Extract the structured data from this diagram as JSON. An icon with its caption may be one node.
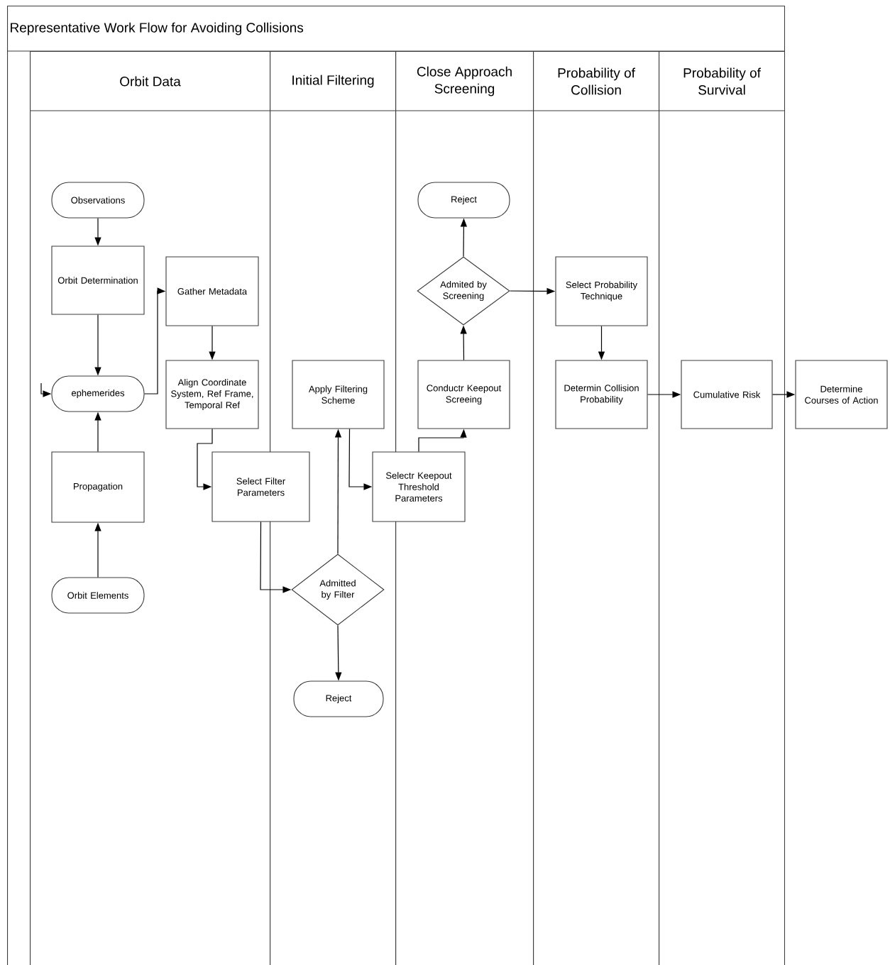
{
  "diagram": {
    "nodes": [
      {
        "text": [
          "Representative Work Flow for Avoiding Collisions"
        ]
      },
      {
        "text": [
          "Orbit Data"
        ],
        "in": 0
      },
      {
        "text": [
          "Initial Filtering"
        ],
        "in": 0
      },
      {
        "text": [
          "Close Approach Screening"
        ],
        "in": 0
      },
      {
        "text": [
          "Probability of Collision"
        ],
        "in": 0
      },
      {
        "text": [
          "Probability of Survival"
        ],
        "in": 0
      },
      {
        "text": [
          "Observations"
        ],
        "in": 1
      },
      {
        "text": [
          "Orbit Determination"
        ],
        "in": 1
      },
      {
        "text": [
          "ephemerides"
        ],
        "in": 1
      },
      {
        "text": [
          "Propagation"
        ],
        "in": 1
      },
      {
        "text": [
          "Orbit Elements"
        ],
        "in": 1
      },
      {
        "text": [
          "Gather Metadata"
        ],
        "in": 1
      },
      {
        "text": [
          "Align Coordinate System, Ref Frame, Temporal Ref"
        ],
        "in": 1
      },
      {
        "text": [
          "Select Filter Parameters"
        ],
        "in": 0
      },
      {
        "text": [
          "Apply Filtering Scheme"
        ],
        "in": 2
      },
      {
        "text": [
          "Admitted by Filter"
        ],
        "in": 2
      },
      {
        "text": [
          "Reject"
        ],
        "in": 2
      },
      {
        "text": [
          "Selectr Keepout Threshold Parameters"
        ],
        "in": 0
      },
      {
        "text": [
          "Conductr Keepout Screeing"
        ],
        "in": 3
      },
      {
        "text": [
          "Admited by Screening"
        ],
        "in": 3
      },
      {
        "text": [
          "Reject"
        ],
        "in": 3
      },
      {
        "text": [
          "Select Probability Technique"
        ],
        "in": 4
      },
      {
        "text": [
          "Determin Collision Probability"
        ],
        "in": 4
      },
      {
        "text": [
          "Cumulative Risk"
        ],
        "in": 5
      },
      {
        "text": [
          "Determine Courses of Action"
        ]
      }
    ],
    "edges": [
      {
        "from": 6,
        "to": 7,
        "arrow": "to"
      },
      {
        "from": 7,
        "to": 8,
        "arrow": "to"
      },
      {
        "from": 9,
        "to": 8,
        "arrow": "to"
      },
      {
        "from": 10,
        "to": 9,
        "arrow": "to"
      },
      {
        "from": null,
        "to": 8,
        "arrow": "to"
      },
      {
        "from": 8,
        "to": 11,
        "arrow": "to"
      },
      {
        "from": 11,
        "to": 12,
        "arrow": "to"
      },
      {
        "from": 12,
        "to": 13,
        "arrow": "to"
      },
      {
        "from": 13,
        "to": 15,
        "arrow": "to"
      },
      {
        "from": 15,
        "to": 14,
        "arrow": "to"
      },
      {
        "from": 15,
        "to": 16,
        "arrow": "to"
      },
      {
        "from": 14,
        "to": 17,
        "arrow": "to"
      },
      {
        "from": 17,
        "to": 18,
        "arrow": "to"
      },
      {
        "from": 18,
        "to": 19,
        "arrow": "to"
      },
      {
        "from": 19,
        "to": 20,
        "arrow": "to"
      },
      {
        "from": 19,
        "to": 21,
        "arrow": "to"
      },
      {
        "from": 21,
        "to": 22,
        "arrow": "to"
      },
      {
        "from": 22,
        "to": 23,
        "arrow": "to"
      },
      {
        "from": 23,
        "to": 24,
        "arrow": "to"
      }
    ]
  }
}
